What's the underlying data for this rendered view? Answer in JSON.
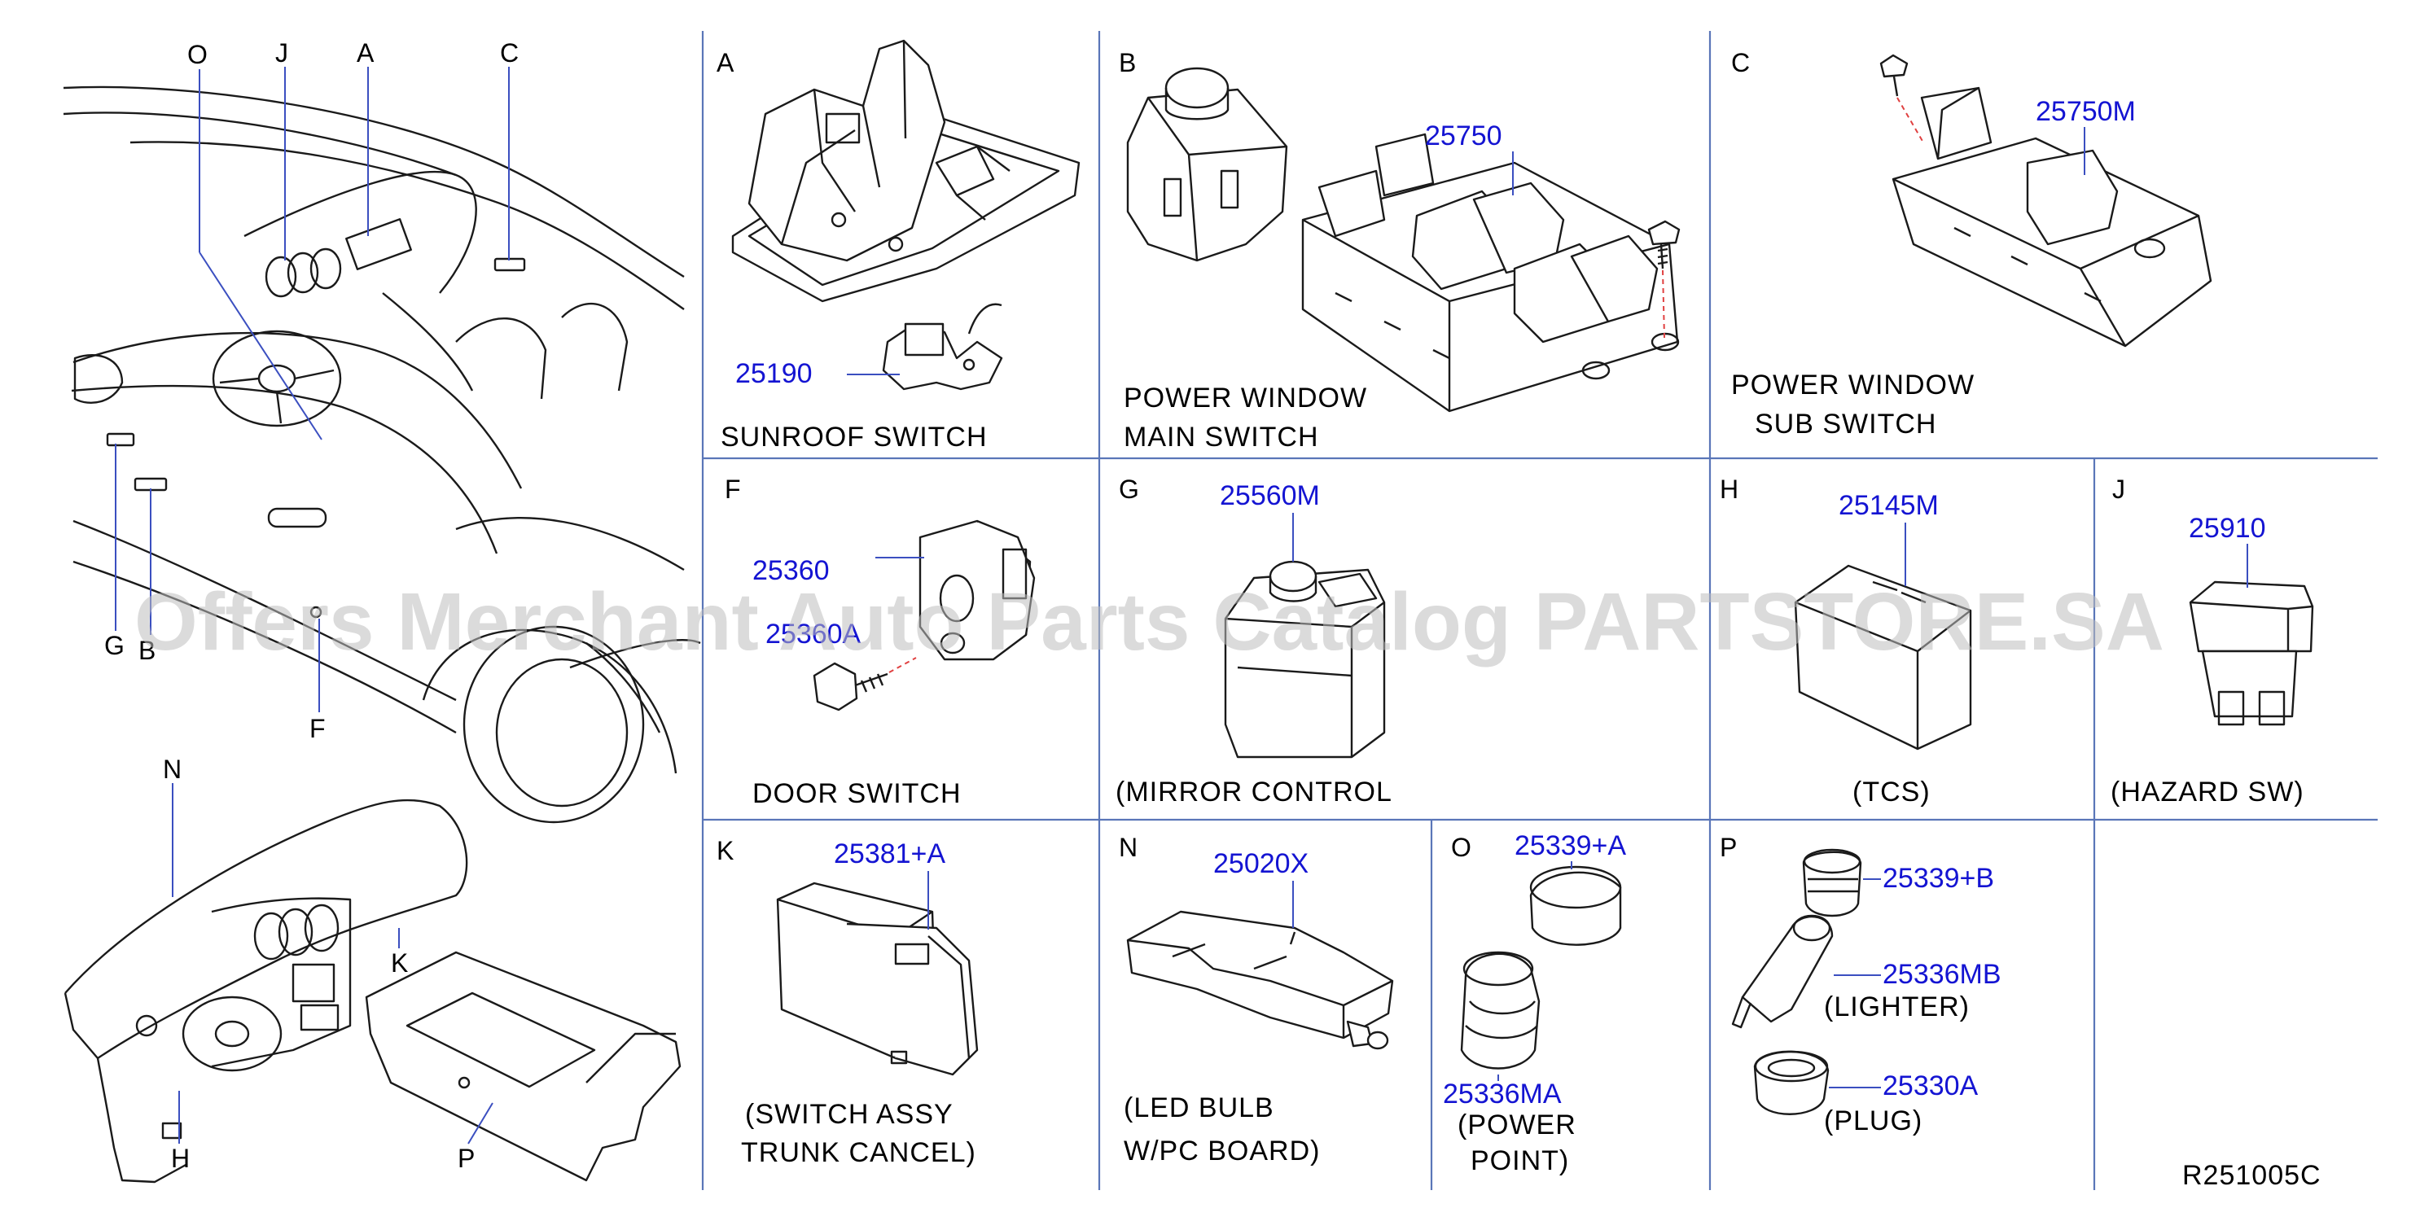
{
  "panels": {
    "A": {
      "letter": "A",
      "part": "25190",
      "caption": "SUNROOF SWITCH"
    },
    "B": {
      "letter": "B",
      "part": "25750",
      "caption1": "POWER WINDOW",
      "caption2": "MAIN SWITCH"
    },
    "C": {
      "letter": "C",
      "part": "25750M",
      "caption1": "POWER WINDOW",
      "caption2": "SUB SWITCH"
    },
    "F": {
      "letter": "F",
      "part1": "25360",
      "part2": "25360A",
      "caption": "DOOR SWITCH"
    },
    "G": {
      "letter": "G",
      "part": "25560M",
      "caption": "(MIRROR CONTROL"
    },
    "H": {
      "letter": "H",
      "part": "25145M",
      "caption": "(TCS)"
    },
    "J": {
      "letter": "J",
      "part": "25910",
      "caption": "(HAZARD SW)"
    },
    "K": {
      "letter": "K",
      "part": "25381+A",
      "caption1": "(SWITCH ASSY",
      "caption2": "TRUNK CANCEL)"
    },
    "N": {
      "letter": "N",
      "part": "25020X",
      "caption1": "(LED BULB",
      "caption2": "W/PC BOARD)"
    },
    "O": {
      "letter": "O",
      "part1": "25339+A",
      "part2": "25336MA",
      "caption1": "(POWER",
      "caption2": "POINT)"
    },
    "P": {
      "letter": "P",
      "part1": "25339+B",
      "part2": "25336MB",
      "part3": "25330A",
      "caption1": "(LIGHTER)",
      "caption2": "(PLUG)"
    }
  },
  "overview": {
    "callouts": [
      "O",
      "J",
      "A",
      "C",
      "G",
      "B",
      "F",
      "N",
      "K",
      "H",
      "P"
    ]
  },
  "watermark": "Offers Merchant Auto Parts Catalog PARTSTORE.SA",
  "diagram_code": "R251005C",
  "colors": {
    "part_number": "#1414d2",
    "grid": "#5a76b8",
    "leader": "#3b4fc0",
    "dashed_guide": "#e04040"
  }
}
